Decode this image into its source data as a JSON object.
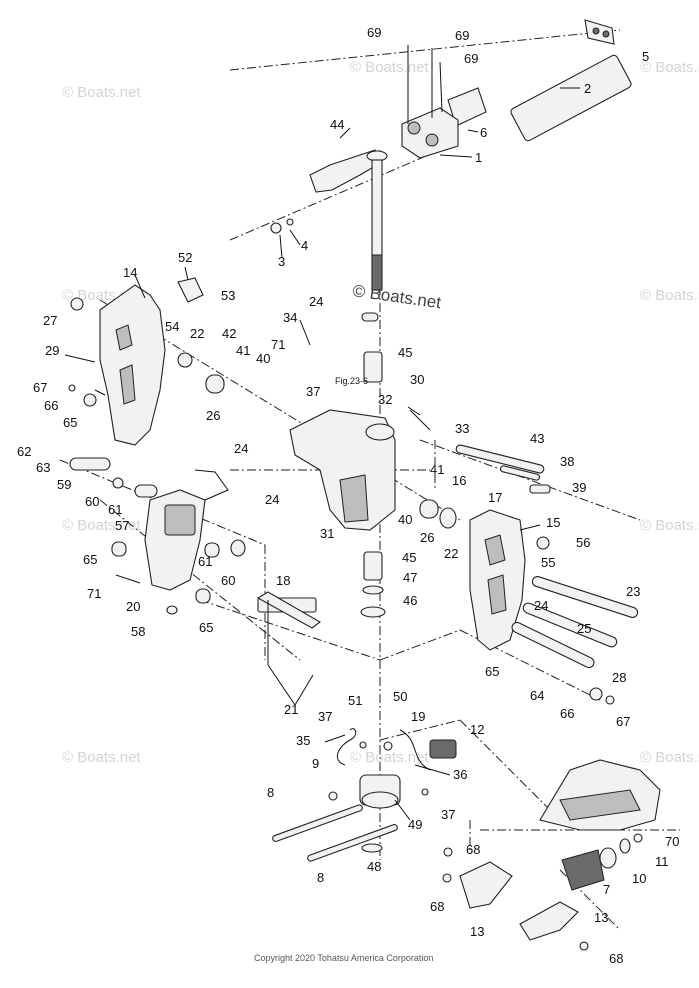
{
  "watermark": "© Boats.net",
  "figure_ref": "Fig.23-6",
  "copyright": "Copyright 2020 Tohatsu America Corporation",
  "callouts": [
    {
      "id": "c69a",
      "text": "69"
    },
    {
      "id": "c69b",
      "text": "69"
    },
    {
      "id": "c69c",
      "text": "69"
    },
    {
      "id": "c5",
      "text": "5"
    },
    {
      "id": "c2",
      "text": "2"
    },
    {
      "id": "c6",
      "text": "6"
    },
    {
      "id": "c44",
      "text": "44"
    },
    {
      "id": "c1",
      "text": "1"
    },
    {
      "id": "c4",
      "text": "4"
    },
    {
      "id": "c3",
      "text": "3"
    },
    {
      "id": "c14",
      "text": "14"
    },
    {
      "id": "c52",
      "text": "52"
    },
    {
      "id": "c53",
      "text": "53"
    },
    {
      "id": "c54",
      "text": "54"
    },
    {
      "id": "c22a",
      "text": "22"
    },
    {
      "id": "c27a",
      "text": "27"
    },
    {
      "id": "c29",
      "text": "29"
    },
    {
      "id": "c67a",
      "text": "67"
    },
    {
      "id": "c66a",
      "text": "66"
    },
    {
      "id": "c65a",
      "text": "65"
    },
    {
      "id": "c24a",
      "text": "24"
    },
    {
      "id": "c34",
      "text": "34"
    },
    {
      "id": "c42",
      "text": "42"
    },
    {
      "id": "c41a",
      "text": "41"
    },
    {
      "id": "c40a",
      "text": "40"
    },
    {
      "id": "c71a",
      "text": "71"
    },
    {
      "id": "c37a",
      "text": "37"
    },
    {
      "id": "c26a",
      "text": "26"
    },
    {
      "id": "c45a",
      "text": "45"
    },
    {
      "id": "c30",
      "text": "30"
    },
    {
      "id": "c32",
      "text": "32"
    },
    {
      "id": "c33",
      "text": "33"
    },
    {
      "id": "c24b",
      "text": "24"
    },
    {
      "id": "c41b",
      "text": "41"
    },
    {
      "id": "c43",
      "text": "43"
    },
    {
      "id": "c38",
      "text": "38"
    },
    {
      "id": "c39",
      "text": "39"
    },
    {
      "id": "c16",
      "text": "16"
    },
    {
      "id": "c17",
      "text": "17"
    },
    {
      "id": "c62",
      "text": "62"
    },
    {
      "id": "c63",
      "text": "63"
    },
    {
      "id": "c59",
      "text": "59"
    },
    {
      "id": "c60a",
      "text": "60"
    },
    {
      "id": "c61a",
      "text": "61"
    },
    {
      "id": "c57",
      "text": "57"
    },
    {
      "id": "c24c",
      "text": "24"
    },
    {
      "id": "c31",
      "text": "31"
    },
    {
      "id": "c40b",
      "text": "40"
    },
    {
      "id": "c26b",
      "text": "26"
    },
    {
      "id": "c22b",
      "text": "22"
    },
    {
      "id": "c15",
      "text": "15"
    },
    {
      "id": "c56",
      "text": "56"
    },
    {
      "id": "c55",
      "text": "55"
    },
    {
      "id": "c65b",
      "text": "65"
    },
    {
      "id": "c61b",
      "text": "61"
    },
    {
      "id": "c60b",
      "text": "60"
    },
    {
      "id": "c45b",
      "text": "45"
    },
    {
      "id": "c47",
      "text": "47"
    },
    {
      "id": "c46",
      "text": "46"
    },
    {
      "id": "c23",
      "text": "23"
    },
    {
      "id": "c71b",
      "text": "71"
    },
    {
      "id": "c20",
      "text": "20"
    },
    {
      "id": "c65c",
      "text": "65"
    },
    {
      "id": "c58",
      "text": "58"
    },
    {
      "id": "c18",
      "text": "18"
    },
    {
      "id": "c24d",
      "text": "24"
    },
    {
      "id": "c25",
      "text": "25"
    },
    {
      "id": "c28",
      "text": "28"
    },
    {
      "id": "c65d",
      "text": "65"
    },
    {
      "id": "c64",
      "text": "64"
    },
    {
      "id": "c66b",
      "text": "66"
    },
    {
      "id": "c67b",
      "text": "67"
    },
    {
      "id": "c21",
      "text": "21"
    },
    {
      "id": "c51",
      "text": "51"
    },
    {
      "id": "c50",
      "text": "50"
    },
    {
      "id": "c37b",
      "text": "37"
    },
    {
      "id": "c19",
      "text": "19"
    },
    {
      "id": "c12",
      "text": "12"
    },
    {
      "id": "c35",
      "text": "35"
    },
    {
      "id": "c9",
      "text": "9"
    },
    {
      "id": "c36",
      "text": "36"
    },
    {
      "id": "c8a",
      "text": "8"
    },
    {
      "id": "c37c",
      "text": "37"
    },
    {
      "id": "c49",
      "text": "49"
    },
    {
      "id": "c8b",
      "text": "8"
    },
    {
      "id": "c48",
      "text": "48"
    },
    {
      "id": "c68a",
      "text": "68"
    },
    {
      "id": "c70",
      "text": "70"
    },
    {
      "id": "c11",
      "text": "11"
    },
    {
      "id": "c10",
      "text": "10"
    },
    {
      "id": "c7",
      "text": "7"
    },
    {
      "id": "c68b",
      "text": "68"
    },
    {
      "id": "c13a",
      "text": "13"
    },
    {
      "id": "c13b",
      "text": "13"
    },
    {
      "id": "c68c",
      "text": "68"
    }
  ]
}
